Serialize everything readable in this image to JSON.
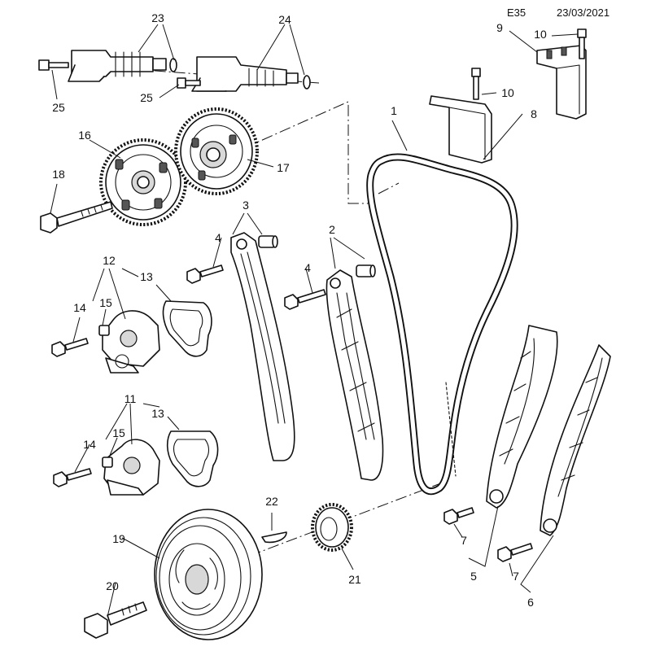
{
  "header": {
    "code": "E35",
    "date": "23/03/2021"
  },
  "callouts": {
    "c1": "1",
    "c2": "2",
    "c3": "3",
    "c4a": "4",
    "c4b": "4",
    "c5": "5",
    "c6": "6",
    "c7a": "7",
    "c7b": "7",
    "c8": "8",
    "c9": "9",
    "c10a": "10",
    "c10b": "10",
    "c11": "11",
    "c12": "12",
    "c13a": "13",
    "c13b": "13",
    "c14a": "14",
    "c14b": "14",
    "c15a": "15",
    "c15b": "15",
    "c16": "16",
    "c17": "17",
    "c18": "18",
    "c19": "19",
    "c20": "20",
    "c21": "21",
    "c22": "22",
    "c23": "23",
    "c24": "24",
    "c25a": "25",
    "c25b": "25"
  }
}
